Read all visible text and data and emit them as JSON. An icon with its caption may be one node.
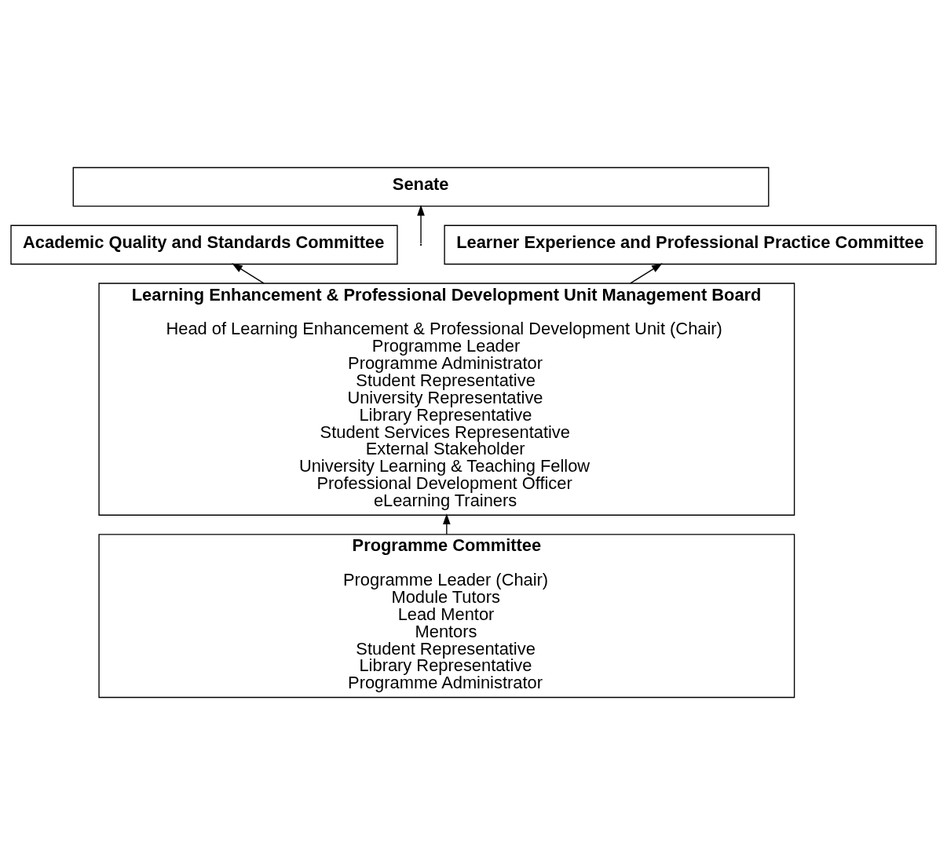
{
  "diagram": {
    "nodes": [
      {
        "text": [
          "Senate"
        ]
      },
      {
        "text": [
          "Academic Quality and Standards Committee"
        ]
      },
      {
        "text": [
          "Learner Experience and Professional Practice Committee"
        ]
      },
      {
        "text": [
          "Learning Enhancement & Professional Development Unit Management Board",
          "Head of Learning Enhancement & Professional Development Unit (Chair)",
          "Programme Leader",
          "Programme Administrator",
          "Student Representative",
          "University Representative",
          "Library Representative",
          "Student Services Representative",
          "External Stakeholder",
          "University Learning & Teaching Fellow",
          "Professional Development Officer",
          "eLearning Trainers"
        ]
      },
      {
        "text": [
          "Programme Committee",
          "Programme Leader (Chair)",
          "Module Tutors",
          "Lead Mentor",
          "Mentors",
          "Student Representative",
          "Library Representative",
          "Programme Administrator"
        ]
      }
    ],
    "edges": [
      {
        "from": null,
        "to": 0,
        "arrow": "to"
      },
      {
        "from": 3,
        "to": 1,
        "arrow": "to"
      },
      {
        "from": 3,
        "to": 2,
        "arrow": "to"
      },
      {
        "from": 4,
        "to": 3,
        "arrow": "to"
      }
    ]
  }
}
